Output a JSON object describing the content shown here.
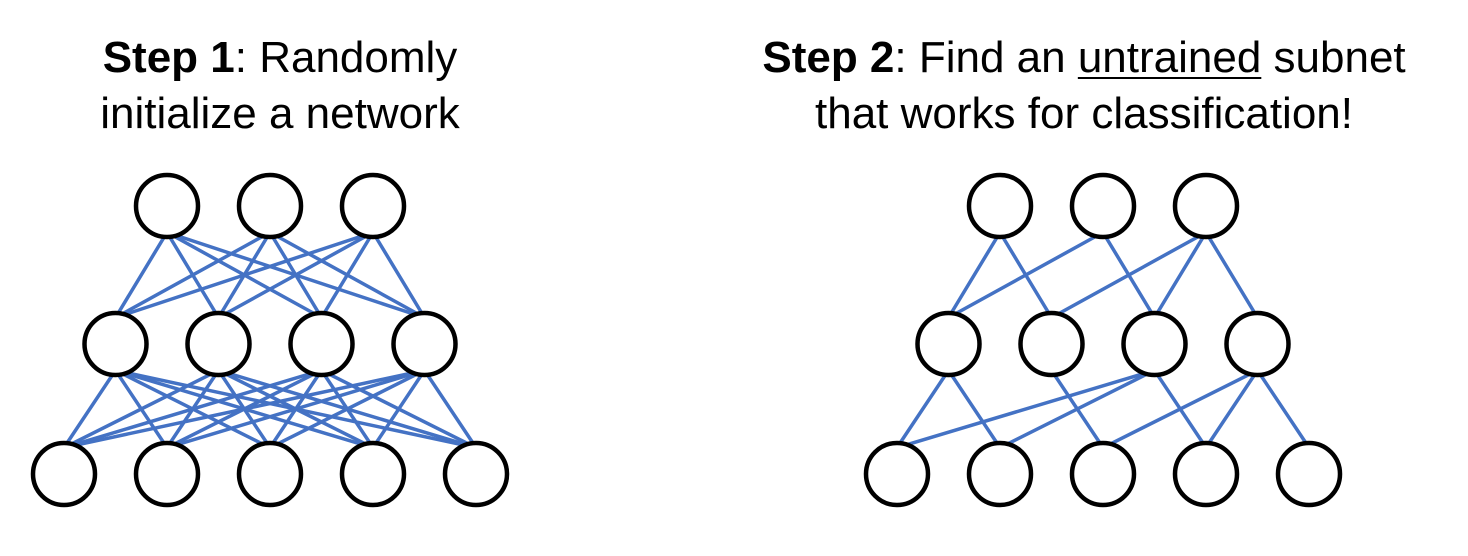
{
  "left_panel": {
    "caption": {
      "step_label": "Step 1",
      "separator": ": ",
      "line1_rest": "Randomly",
      "line2": "initialize a network"
    },
    "network": {
      "layers": [
        3,
        4,
        5
      ],
      "edges": [
        [
          [
            0,
            0
          ],
          [
            1,
            0
          ]
        ],
        [
          [
            0,
            0
          ],
          [
            1,
            1
          ]
        ],
        [
          [
            0,
            0
          ],
          [
            1,
            2
          ]
        ],
        [
          [
            0,
            0
          ],
          [
            1,
            3
          ]
        ],
        [
          [
            0,
            1
          ],
          [
            1,
            0
          ]
        ],
        [
          [
            0,
            1
          ],
          [
            1,
            1
          ]
        ],
        [
          [
            0,
            1
          ],
          [
            1,
            2
          ]
        ],
        [
          [
            0,
            1
          ],
          [
            1,
            3
          ]
        ],
        [
          [
            0,
            2
          ],
          [
            1,
            0
          ]
        ],
        [
          [
            0,
            2
          ],
          [
            1,
            1
          ]
        ],
        [
          [
            0,
            2
          ],
          [
            1,
            2
          ]
        ],
        [
          [
            0,
            2
          ],
          [
            1,
            3
          ]
        ],
        [
          [
            1,
            0
          ],
          [
            2,
            0
          ]
        ],
        [
          [
            1,
            0
          ],
          [
            2,
            1
          ]
        ],
        [
          [
            1,
            0
          ],
          [
            2,
            2
          ]
        ],
        [
          [
            1,
            0
          ],
          [
            2,
            3
          ]
        ],
        [
          [
            1,
            0
          ],
          [
            2,
            4
          ]
        ],
        [
          [
            1,
            1
          ],
          [
            2,
            0
          ]
        ],
        [
          [
            1,
            1
          ],
          [
            2,
            1
          ]
        ],
        [
          [
            1,
            1
          ],
          [
            2,
            2
          ]
        ],
        [
          [
            1,
            1
          ],
          [
            2,
            3
          ]
        ],
        [
          [
            1,
            1
          ],
          [
            2,
            4
          ]
        ],
        [
          [
            1,
            2
          ],
          [
            2,
            0
          ]
        ],
        [
          [
            1,
            2
          ],
          [
            2,
            1
          ]
        ],
        [
          [
            1,
            2
          ],
          [
            2,
            2
          ]
        ],
        [
          [
            1,
            2
          ],
          [
            2,
            3
          ]
        ],
        [
          [
            1,
            2
          ],
          [
            2,
            4
          ]
        ],
        [
          [
            1,
            3
          ],
          [
            2,
            0
          ]
        ],
        [
          [
            1,
            3
          ],
          [
            2,
            1
          ]
        ],
        [
          [
            1,
            3
          ],
          [
            2,
            2
          ]
        ],
        [
          [
            1,
            3
          ],
          [
            2,
            3
          ]
        ],
        [
          [
            1,
            3
          ],
          [
            2,
            4
          ]
        ]
      ]
    }
  },
  "right_panel": {
    "caption": {
      "step_label": "Step 2",
      "separator": ": ",
      "line1_pre": "Find an ",
      "line1_underlined": "untrained",
      "line1_post": " subnet",
      "line2": "that works for classification!"
    },
    "network": {
      "layers": [
        3,
        4,
        5
      ],
      "edges": [
        [
          [
            0,
            0
          ],
          [
            1,
            0
          ]
        ],
        [
          [
            0,
            0
          ],
          [
            1,
            1
          ]
        ],
        [
          [
            0,
            1
          ],
          [
            1,
            0
          ]
        ],
        [
          [
            0,
            1
          ],
          [
            1,
            2
          ]
        ],
        [
          [
            0,
            2
          ],
          [
            1,
            1
          ]
        ],
        [
          [
            0,
            2
          ],
          [
            1,
            2
          ]
        ],
        [
          [
            0,
            2
          ],
          [
            1,
            3
          ]
        ],
        [
          [
            1,
            0
          ],
          [
            2,
            0
          ]
        ],
        [
          [
            1,
            0
          ],
          [
            2,
            1
          ]
        ],
        [
          [
            1,
            1
          ],
          [
            2,
            2
          ]
        ],
        [
          [
            1,
            2
          ],
          [
            2,
            0
          ]
        ],
        [
          [
            1,
            2
          ],
          [
            2,
            1
          ]
        ],
        [
          [
            1,
            2
          ],
          [
            2,
            3
          ]
        ],
        [
          [
            1,
            3
          ],
          [
            2,
            2
          ]
        ],
        [
          [
            1,
            3
          ],
          [
            2,
            3
          ]
        ],
        [
          [
            1,
            3
          ],
          [
            2,
            4
          ]
        ]
      ]
    }
  },
  "colors": {
    "edge": "#4472c4",
    "node_stroke": "#000000",
    "node_fill": "#ffffff",
    "text": "#000000"
  }
}
